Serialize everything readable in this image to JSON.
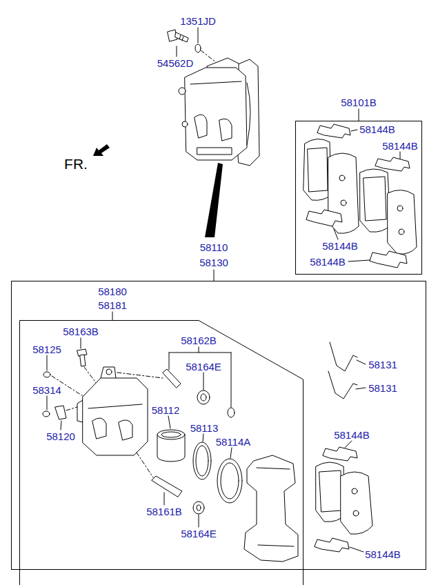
{
  "diagram": {
    "nodes": [
      {
        "text": [
          "58110",
          "58130"
        ]
      },
      {
        "text": [
          "58180",
          "58181"
        ],
        "in": 0
      },
      {
        "text": [
          "58101B"
        ]
      }
    ],
    "labels": [
      "1351JD",
      "54562D",
      "FR.",
      "58144B",
      "58144B",
      "58144B",
      "58144B",
      "58163B",
      "58162B",
      "58125",
      "58164E",
      "58314",
      "58112",
      "58113",
      "58114A",
      "58120",
      "58161B",
      "58164E",
      "58131",
      "58131",
      "58144B",
      "58144B"
    ]
  }
}
